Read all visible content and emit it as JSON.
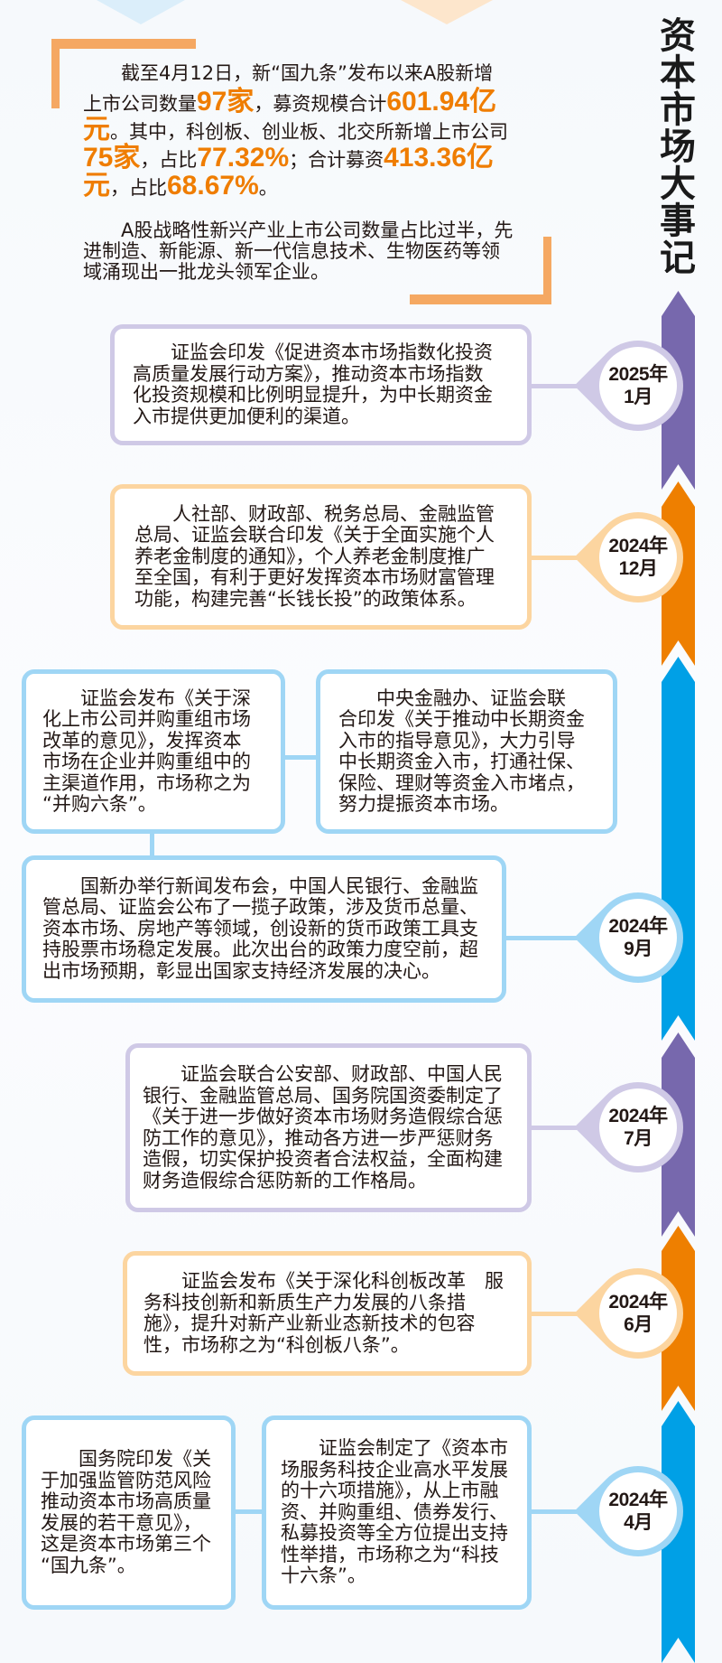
{
  "title": "资本市场大事记",
  "colors": {
    "purple": "#7768ad",
    "orange": "#ee7f00",
    "blue": "#00a0e6",
    "highlight": "#ef7d00"
  },
  "intro": {
    "paragraph1": [
      [
        {
          "t": "截至4月12日，新“国九条”发布以来A股新增"
        }
      ],
      [
        {
          "t": "上市公司数量"
        },
        {
          "t": "97家",
          "hl": true
        },
        {
          "t": "，募资规模合计"
        },
        {
          "t": "601.94亿",
          "hl": true
        }
      ],
      [
        {
          "t": "元",
          "hl": true
        },
        {
          "t": "。其中，科创板、创业板、北交所新增上市公司"
        }
      ],
      [
        {
          "t": "75家",
          "hl": true
        },
        {
          "t": "，占比"
        },
        {
          "t": "77.32%",
          "hl": true
        },
        {
          "t": "；合计募资"
        },
        {
          "t": "413.36亿",
          "hl": true
        }
      ],
      [
        {
          "t": "元",
          "hl": true
        },
        {
          "t": "，占比"
        },
        {
          "t": "68.67%",
          "hl": true
        },
        {
          "t": "。"
        }
      ]
    ],
    "paragraph2": "A股战略性新兴产业上市公司数量占比过半，先\n进制造、新能源、新一代信息技术、生物医药等领\n域涌现出一批龙头领军企业。"
  },
  "events": {
    "e2025_1": {
      "year": "2025年",
      "month": "1月",
      "text": "证监会印发《促进资本市场指数化投资\n高质量发展行动方案》，推动资本市场指数\n化投资规模和比例明显提升，为中长期资金\n入市提供更加便利的渠道。"
    },
    "e2024_12": {
      "year": "2024年",
      "month": "12月",
      "text": "人社部、财政部、税务总局、金融监管\n总局、证监会联合印发《关于全面实施个人\n养老金制度的通知》，个人养老金制度推广\n至全国，有利于更好发挥资本市场财富管理\n功能，构建完善“长钱长投”的政策体系。"
    },
    "e2024_9": {
      "year": "2024年",
      "month": "9月",
      "text_a": "证监会发布《关于深\n化上市公司并购重组市场\n改革的意见》，发挥资本\n市场在企业并购重组中的\n主渠道作用，市场称之为\n“并购六条”。",
      "text_b": "中央金融办、证监会联\n合印发《关于推动中长期资金\n入市的指导意见》，大力引导\n中长期资金入市，打通社保、\n保险、理财等资金入市堵点，\n努力提振资本市场。",
      "text_c": "国新办举行新闻发布会，中国人民银行、金融监\n管总局、证监会公布了一揽子政策，涉及货币总量、\n资本市场、房地产等领域，创设新的货币政策工具支\n持股票市场稳定发展。此次出台的政策力度空前，超\n出市场预期，彰显出国家支持经济发展的决心。"
    },
    "e2024_7": {
      "year": "2024年",
      "month": "7月",
      "text": "证监会联合公安部、财政部、中国人民\n银行、金融监管总局、国务院国资委制定了\n《关于进一步做好资本市场财务造假综合惩\n防工作的意见》，推动各方进一步严惩财务\n造假，切实保护投资者合法权益，全面构建\n财务造假综合惩防新的工作格局。"
    },
    "e2024_6": {
      "year": "2024年",
      "month": "6月",
      "text": "证监会发布《关于深化科创板改革　服\n务科技创新和新质生产力发展的八条措\n施》，提升对新产业新业态新技术的包容\n性，市场称之为“科创板八条”。"
    },
    "e2024_4": {
      "year": "2024年",
      "month": "4月",
      "text_a": "国务院印发《关\n于加强监管防范风险\n推动资本市场高质量\n发展的若干意见》，\n这是资本市场第三个\n“国九条”。",
      "text_b": "证监会制定了《资本市\n场服务科技企业高水平发展\n的十六项措施》，从上市融\n资、并购重组、债券发行、\n私募投资等全方位提出支持\n性举措，市场称之为“科技\n十六条”。"
    }
  }
}
